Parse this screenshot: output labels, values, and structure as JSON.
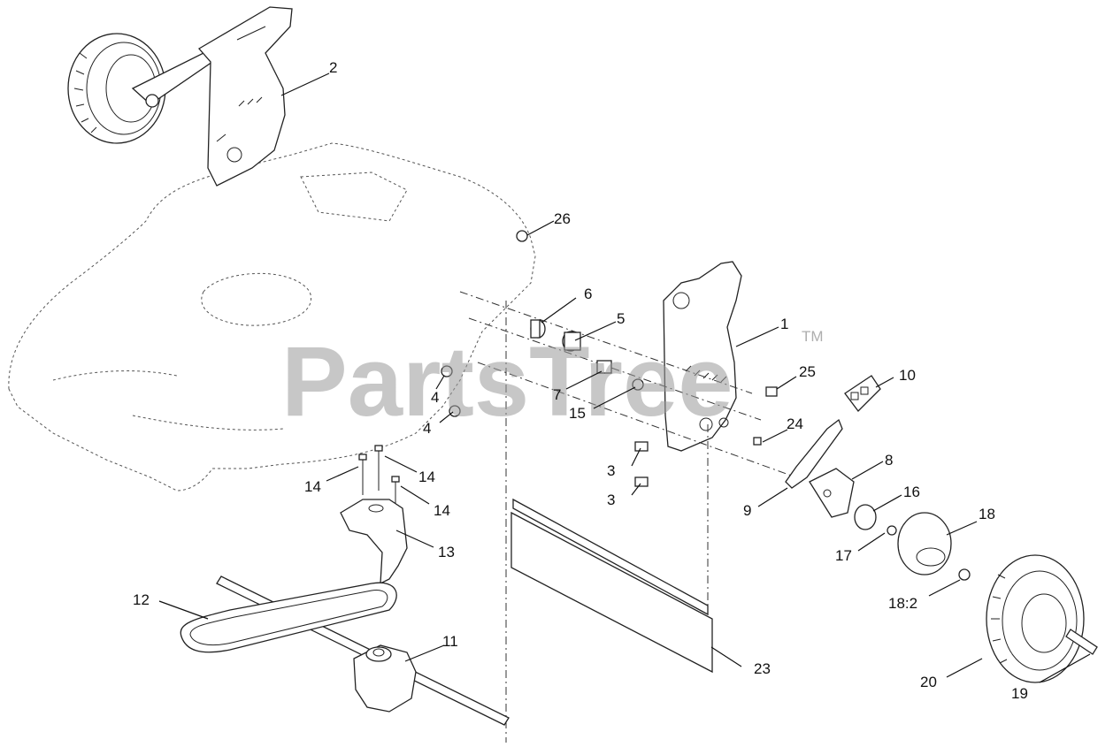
{
  "watermark": {
    "text": "PartsTree",
    "trademark": "TM"
  },
  "callouts": [
    {
      "id": "c1",
      "label": "1"
    },
    {
      "id": "c2",
      "label": "2"
    },
    {
      "id": "c3a",
      "label": "3"
    },
    {
      "id": "c3b",
      "label": "3"
    },
    {
      "id": "c4a",
      "label": "4"
    },
    {
      "id": "c4b",
      "label": "4"
    },
    {
      "id": "c5",
      "label": "5"
    },
    {
      "id": "c6",
      "label": "6"
    },
    {
      "id": "c7",
      "label": "7"
    },
    {
      "id": "c8",
      "label": "8"
    },
    {
      "id": "c9",
      "label": "9"
    },
    {
      "id": "c10",
      "label": "10"
    },
    {
      "id": "c11",
      "label": "11"
    },
    {
      "id": "c12",
      "label": "12"
    },
    {
      "id": "c13",
      "label": "13"
    },
    {
      "id": "c14a",
      "label": "14"
    },
    {
      "id": "c14b",
      "label": "14"
    },
    {
      "id": "c14c",
      "label": "14"
    },
    {
      "id": "c15",
      "label": "15"
    },
    {
      "id": "c16",
      "label": "16"
    },
    {
      "id": "c17",
      "label": "17"
    },
    {
      "id": "c18",
      "label": "18"
    },
    {
      "id": "c18b",
      "label": "18:2"
    },
    {
      "id": "c19",
      "label": "19"
    },
    {
      "id": "c20",
      "label": "20"
    },
    {
      "id": "c23",
      "label": "23"
    },
    {
      "id": "c24",
      "label": "24"
    },
    {
      "id": "c25",
      "label": "25"
    },
    {
      "id": "c26",
      "label": "26"
    }
  ]
}
